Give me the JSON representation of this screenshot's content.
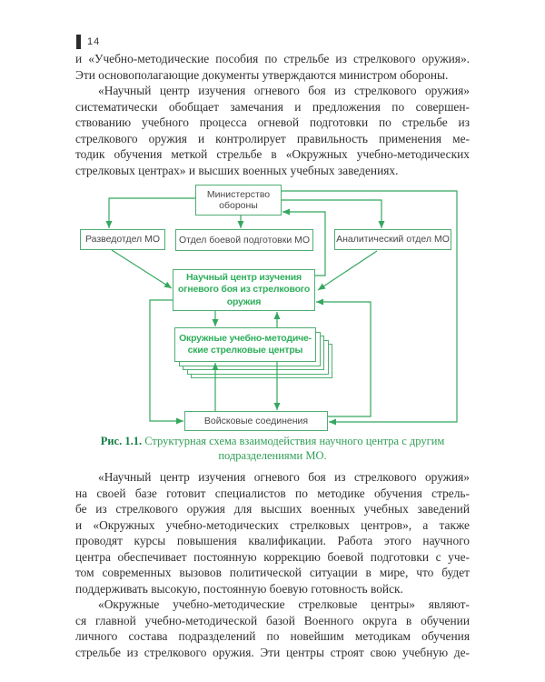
{
  "page": {
    "number": "14"
  },
  "top_text": {
    "p1": {
      "lines": [
        "и «Учебно-методические пособия по стрельбе из стрелкового оружия».",
        "Эти основополагающие документы утверждаются министром обороны."
      ]
    },
    "p2": {
      "lines": [
        "«Научный центр изучения огневого боя из стрелкового оружия»",
        "систематически обобщает замечания и предложения по совершен-",
        "ствованию учебного процесса огневой подготовки по стрельбе из",
        "стрелкового оружия и контролирует правильность применения ме-",
        "тодик обучения меткой стрельбе в «Окружных учебно-методических",
        "стрелковых центрах» и высших военных учебных заведениях."
      ]
    }
  },
  "diagram": {
    "boxes": {
      "ministry": {
        "label": "Министерство\nобороны"
      },
      "razvedotdel": {
        "label": "Разведотдел МО"
      },
      "otdel_boevoy": {
        "label": "Отдел боевой подготовки МО"
      },
      "analytical": {
        "label": "Аналитический отдел МО"
      },
      "science_center": {
        "label": "Научный центр изучения\nогневого боя из стрелкового\nоружия"
      },
      "okruzhnye_centers": {
        "label": "Окружные учебно-методиче-\nские стрелковые центры"
      },
      "troops": {
        "label": "Войсковые соединения"
      }
    },
    "colors": {
      "line_green": "#35a75f",
      "border_green": "#4fae72",
      "bold_text_green": "#2eae5b",
      "caption_green": "#2f9e55",
      "caption_label_green": "#157f46"
    },
    "caption": {
      "label": "Рис. 1.1.",
      "line1": " Структурная схема взаимодействия научного центра с другим",
      "line2": "подразделениями МО."
    }
  },
  "bottom_text": {
    "p3": {
      "lines": [
        "«Научный центр изучения огневого боя из стрелкового оружия»",
        "на своей базе готовит специалистов по методике обучения стрель-",
        "бе из стрелкового оружия для высших военных учебных заведений",
        "и «Окружных учебно-методических стрелковых центров», а также",
        "проводят курсы повышения квалификации. Работа этого научного",
        "центра обеспечивает постоянную коррекцию боевой подготовки с уче-",
        "том современных вызовов политической ситуации в мире, что будет",
        "поддерживать высокую, постоянную боевую готовность войск."
      ]
    },
    "p4": {
      "lines": [
        "«Окружные учебно-методические стрелковые центры» являют-",
        "ся главной учебно-методической базой Военного округа в обучении",
        "личного состава подразделений по новейшим методикам обучения",
        "стрельбе из стрелкового оружия. Эти центры строят свою учебную де-"
      ]
    }
  }
}
